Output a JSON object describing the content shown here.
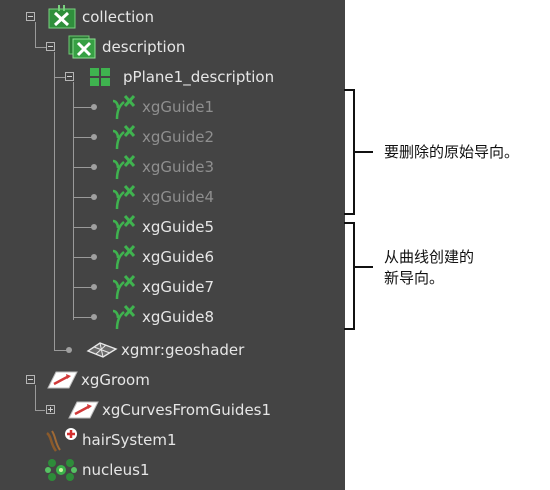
{
  "outliner": {
    "nodes": [
      {
        "label": "collection",
        "icon": "xgen-collection-icon",
        "dim": false
      },
      {
        "label": "description",
        "icon": "xgen-description-icon",
        "dim": false
      },
      {
        "label": "pPlane1_description",
        "icon": "poly-plane-icon",
        "dim": false
      },
      {
        "label": "xgGuide1",
        "icon": "xgen-guide-icon",
        "dim": true
      },
      {
        "label": "xgGuide2",
        "icon": "xgen-guide-icon",
        "dim": true
      },
      {
        "label": "xgGuide3",
        "icon": "xgen-guide-icon",
        "dim": true
      },
      {
        "label": "xgGuide4",
        "icon": "xgen-guide-icon",
        "dim": true
      },
      {
        "label": "xgGuide5",
        "icon": "xgen-guide-icon",
        "dim": false
      },
      {
        "label": "xgGuide6",
        "icon": "xgen-guide-icon",
        "dim": false
      },
      {
        "label": "xgGuide7",
        "icon": "xgen-guide-icon",
        "dim": false
      },
      {
        "label": "xgGuide8",
        "icon": "xgen-guide-icon",
        "dim": false
      },
      {
        "label": "xgmr:geoshader",
        "icon": "geoshader-icon",
        "dim": false
      },
      {
        "label": "xgGroom",
        "icon": "groom-icon",
        "dim": false
      },
      {
        "label": "xgCurvesFromGuides1",
        "icon": "groom-icon",
        "dim": false
      },
      {
        "label": "hairSystem1",
        "icon": "hair-system-icon",
        "dim": false
      },
      {
        "label": "nucleus1",
        "icon": "nucleus-icon",
        "dim": false
      }
    ]
  },
  "annotations": {
    "delete_label": "要删除的原始导向。",
    "new_label_line1": "从曲线创建的",
    "new_label_line2": "新导向。"
  },
  "colors": {
    "panel_bg": "#444444",
    "text": "#e6e6e6",
    "text_dim": "#8f8f8f",
    "xgen_green": "#3fb34f",
    "annotation": "#111111"
  }
}
